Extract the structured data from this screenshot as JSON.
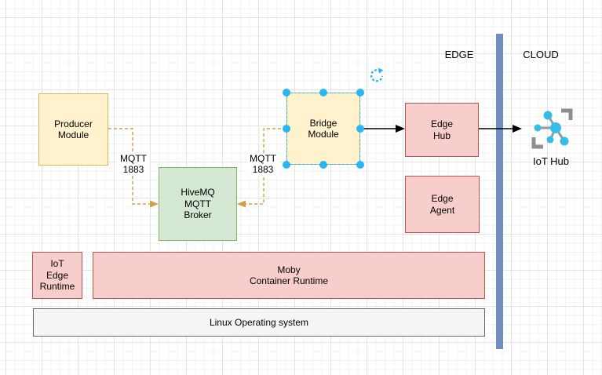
{
  "canvas": {
    "edge_zone_label": "EDGE",
    "cloud_zone_label": "CLOUD"
  },
  "nodes": {
    "producer_module": {
      "label": "Producer\nModule"
    },
    "bridge_module": {
      "label": "Bridge\nModule",
      "selected": true
    },
    "hivemq_broker": {
      "label": "HiveMQ\nMQTT\nBroker"
    },
    "edge_hub": {
      "label": "Edge\nHub"
    },
    "edge_agent": {
      "label": "Edge\nAgent"
    },
    "iot_edge_runtime": {
      "label": "IoT\nEdge\nRuntime"
    },
    "moby_runtime": {
      "label": "Moby\nContainer Runtime"
    },
    "linux_os": {
      "label": "Linux Operating system"
    },
    "iot_hub": {
      "label": "IoT Hub",
      "icon": "iot-hub-network-icon"
    }
  },
  "edge_labels": {
    "producer_to_broker": "MQTT\n1883",
    "bridge_to_broker": "MQTT\n1883"
  },
  "colors": {
    "yellow_fill": "#fff2cc",
    "yellow_border": "#d6b656",
    "green_fill": "#d5e8d4",
    "green_border": "#82b366",
    "red_fill": "#f8cecc",
    "red_border": "#b85450",
    "gray_fill": "#f5f5f5",
    "gray_border": "#666666",
    "divider_blue": "#6e8fbe",
    "selection_cyan": "#29b6f2",
    "dashed_edge_gold": "#d0a042",
    "solid_edge_black": "#000000",
    "icon_cyan": "#35bde8",
    "icon_gray": "#8f8f8f"
  }
}
